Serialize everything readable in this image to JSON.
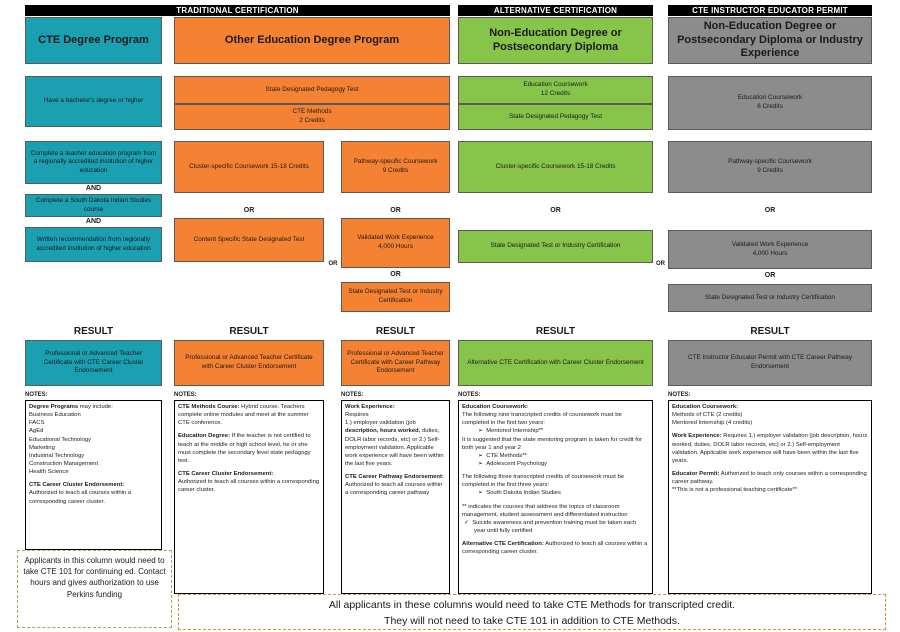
{
  "headers": {
    "traditional": "TRADITIONAL  CERTIFICATION",
    "alternative": "ALTERNATIVE CERTIFICATION",
    "instructor": "CTE INSTRUCTOR EDUCATOR PERMIT"
  },
  "columns": {
    "cte_degree": "CTE Degree Program",
    "other_ed": "Other Education Degree Program",
    "non_ed": "Non-Education Degree or Postsecondary Diploma",
    "non_ed_industry": "Non-Education Degree or Postsecondary Diploma or Industry Experience"
  },
  "boxes": {
    "bachelor": "Have a bachelor's degree or higher",
    "pedagogy_test": "State Designated Pedagogy Test",
    "cte_methods": "CTE Methods\n2 Credits",
    "ed_coursework_alt": "Education Coursework\n12 Credits",
    "pedagogy_test_alt": "State Designated Pedagogy Test",
    "ed_coursework_permit": "Education Coursework\n6 Credits",
    "teacher_program": "Complete a teacher education program from a regionally accredited institution of higher education",
    "indian_studies": "Complete a South Dakota Indian Studies course",
    "written_rec": "Written recommendation from regionally accredited institution of higher education",
    "cluster_course_trad": "Cluster-specific Coursework 15-18 Credits",
    "pathway_course_trad": "Pathway-specific Coursework\n9 Credits",
    "content_test": "Content Specific State Designated Test",
    "work_exp_trad": "Validated Work Experience\n4,000 Hours",
    "state_test_trad": "State Designated Test or Industry Certification",
    "cluster_course_alt": "Cluster-specific Coursework 15-18 Credits",
    "state_test_alt": "State Designated Test or Industry Certification",
    "pathway_course_permit": "Pathway-specific Coursework\n9 Credits",
    "work_exp_permit": "Validated Work Experience\n4,000 Hours",
    "state_test_permit": "State Designated Test or Industry Certification"
  },
  "connectors": {
    "and": "AND",
    "or": "OR"
  },
  "result_label": "RESULT",
  "results": {
    "r1": "Professional or Advanced Teacher Certificate with CTE Career Cluster Endorsement",
    "r2": "Professional or Advanced Teacher Certificate with Career Cluster Endorsement",
    "r3": "Professional or Advanced Teacher Certificate with Career Pathway Endorsement",
    "r4": "Alternative CTE Certification with Career Cluster Endorsement",
    "r5": "CTE Instructor Educator Permit with CTE Career Pathway Endorsement"
  },
  "notes_label": "NOTES:",
  "notes": {
    "n1": {
      "title": "Degree Programs",
      "title_rest": " may include:",
      "programs": [
        "Business Education",
        "FACS",
        "AgEd",
        "Educational Technology",
        "Marketing",
        "Industrial Technology",
        "Construction Management",
        "Health Science"
      ],
      "endorse_title": "CTE Career Cluster Endorsement:",
      "endorse_text": "Authorized to teach all courses within a corresponding career cluster."
    },
    "n2": {
      "methods_title": "CTE Methods Course:",
      "methods_text": " Hybrid course. Teachers complete online modules and meet at the summer CTE conference.",
      "degree_title": "Education Degree:",
      "degree_text": " If the teacher is not certified to teach at the middle or high school level, he or she must complete the secondary level state pedagogy test.",
      "endorse_title": "CTE Career Cluster Endorsement:",
      "endorse_text": "Authorized to teach all courses within a corresponding career cluster."
    },
    "n3": {
      "work_title": "Work Experience:",
      "work_req": "Requires",
      "work_p1a": "1.) employer validation (job ",
      "work_p1b": "description, hours worked,",
      "work_p1c": " duties, DOLR labor records, etc) or 2.) Self-employment validation. Applicable work experience will have been within the last five years.",
      "path_title": "CTE Career Pathway Endorsement:",
      "path_text": " Authorized to teach all courses within a corresponding career pathway"
    },
    "n4": {
      "ed_title": "Education Coursework:",
      "ed_text1": "The following nine transcripted credits of coursework must be completed in the first two years:",
      "mentored": "Mentored Internship**",
      "ed_text2": "It is suggested that the state mentoring program is taken for credit for both year 1 and year 2",
      "cte_methods": "CTE Methods**",
      "adolescent": "Adolescent Psychology",
      "ed_text3": "The following three transcripted credits of coursework must be completed in the first three years:",
      "indian": "South Dakota Indian Studies",
      "star_note": "** indicates the courses that address the topics of classroom management, student assessment and differentiated instruction",
      "suicide": "Suicide awareness and prevention training must be taken each year until fully certified",
      "alt_title": "Alternative CTE Certification:",
      "alt_text": " Authorized to teach all courses within a corresponding career cluster."
    },
    "n5": {
      "ed_title": "Education Coursework:",
      "line1": "Methods of CTE (2 credits)",
      "line2": "Mentored Internship (4 credits)",
      "work_title": "Work Experience:",
      "work_text": " Requires 1.) employer validation (job description, hours worked, duties, DOLR labor records, etc) or 2.) Self-employment validation. Applicable work experience will have been within the last five years.",
      "permit_title": "Educator Permit:",
      "permit_text": " Authorized to teach only courses within a corresponding career pathway.",
      "permit_note": "**This is not a professional teaching certificate**"
    }
  },
  "callout": "Applicants in this column would need to take CTE 101 for continuing ed. Contact hours and gives authorization to use Perkins funding",
  "bottom_note": {
    "line1": "All applicants in these columns would need to take CTE Methods for transcripted credit.",
    "line2": "They will not need to take CTE 101 in addition to CTE Methods."
  }
}
